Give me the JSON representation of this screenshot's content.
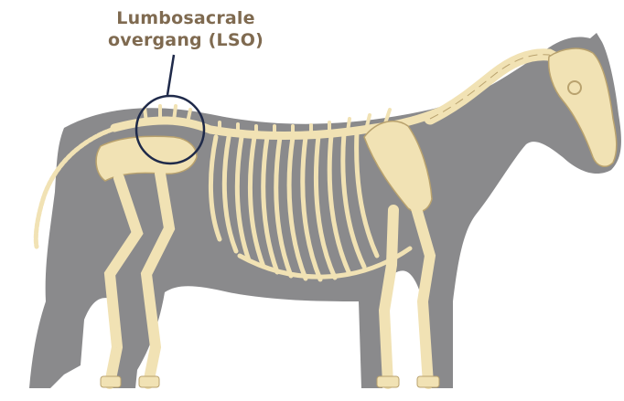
{
  "annotation": {
    "line1": "Lumbosacrale",
    "line2": "overgang (LSO)"
  },
  "colors": {
    "label_text": "#7f6a50",
    "marker": "#1f2a4a",
    "silhouette": "#8a8a8c",
    "bone": "#f1e2b4",
    "bone_outline": "#b9a26e"
  },
  "illustration": {
    "subject": "horse-skeleton-in-silhouette",
    "highlighted_region": "lumbosacral-joint"
  }
}
